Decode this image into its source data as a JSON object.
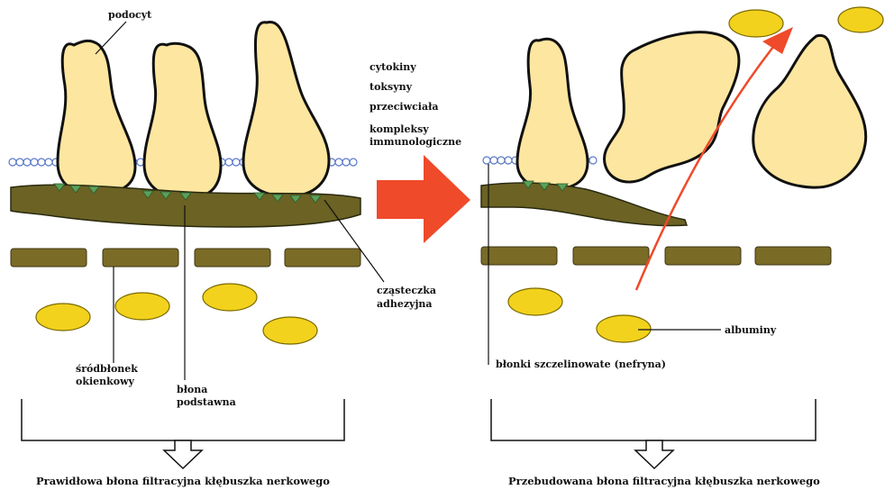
{
  "left_panel": {
    "podocyt": "podocyt",
    "srodblonek_line1": "śródbłonek",
    "srodblonek_line2": "okienkowy",
    "blona_line1": "błona",
    "blona_line2": "podstawna",
    "czasteczka_line1": "cząsteczka",
    "czasteczka_line2": "adhezyjna",
    "caption": "Prawidłowa błona filtracyjna kłębuszka nerkowego"
  },
  "middle": {
    "factors": [
      "cytokiny",
      "toksyny",
      "przeciwciała",
      "kompleksy",
      "immunologiczne"
    ]
  },
  "right_panel": {
    "albuminy": "albuminy",
    "blonki": "błonki szczelinowate (nefryna)",
    "caption": "Przebudowana błona filtracyjna kłębuszka nerkowego"
  },
  "colors": {
    "podocyte_fill": "#fde6a0",
    "membrane": "#6b6224",
    "endothelium": "#7a6b26",
    "adhesion": "#5aa05a",
    "albumin": "#f2d21c",
    "arrow": "#ef4a2a",
    "slit": "#5a78c8"
  }
}
